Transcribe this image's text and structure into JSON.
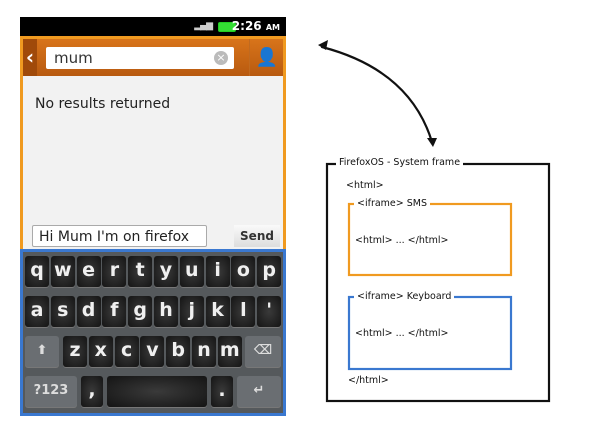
{
  "status_bar": {
    "time": "2:26",
    "ampm": "AM"
  },
  "sms_app": {
    "search_value": "mum",
    "no_results": "No results returned",
    "message_value": "Hi Mum I'm on firefox OS!",
    "send_label": "Send",
    "icons": [
      "back-chevron-icon",
      "clear-icon",
      "contact-icon"
    ]
  },
  "keyboard": {
    "rows": [
      [
        "q",
        "w",
        "e",
        "r",
        "t",
        "y",
        "u",
        "i",
        "o",
        "p"
      ],
      [
        "a",
        "s",
        "d",
        "f",
        "g",
        "h",
        "j",
        "k",
        "l",
        "'"
      ]
    ],
    "row3": [
      "z",
      "x",
      "c",
      "v",
      "b",
      "n",
      "m"
    ],
    "shift": "⬆",
    "backspace": "⌫",
    "symbols": "?123",
    "comma": ",",
    "period": ".",
    "enter": "↵"
  },
  "diagram": {
    "system_frame": "FirefoxOS - System frame",
    "html_open": "<html>",
    "html_close": "</html>",
    "sms_iframe": "<iframe> SMS",
    "sms_content": "<html> ... </html>",
    "keyboard_iframe": "<iframe> Keyboard",
    "keyboard_content": "<html> ... </html>",
    "colors": {
      "sms": "#f09a20",
      "keyboard": "#3a78d0"
    }
  }
}
